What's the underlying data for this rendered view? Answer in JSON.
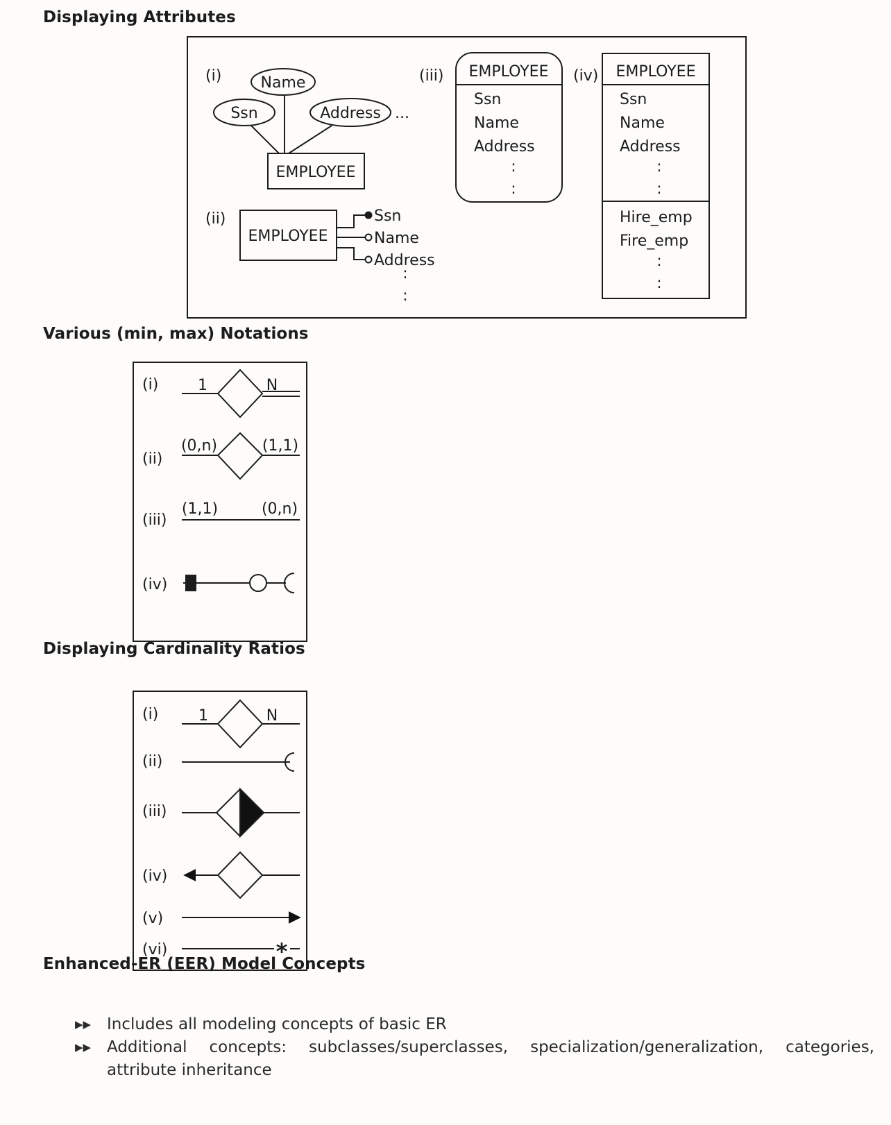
{
  "headings": {
    "attributes": "Displaying Attributes",
    "minmax": "Various (min, max) Notations",
    "cardinality": "Displaying Cardinality Ratios",
    "eer": "Enhanced-ER (EER) Model Concepts"
  },
  "attributes_figure": {
    "labels": [
      "(i)",
      "(ii)",
      "(iii)",
      "(iv)"
    ],
    "entity": "EMPLOYEE",
    "attributes": [
      "Ssn",
      "Name",
      "Address"
    ],
    "ellipsis": "...",
    "vdots": ":",
    "operations": [
      "Hire_emp",
      "Fire_emp"
    ]
  },
  "minmax_figure": {
    "labels": [
      "(i)",
      "(ii)",
      "(iii)",
      "(iv)"
    ],
    "i": {
      "left": "1",
      "right": "N"
    },
    "ii": {
      "left": "(0,n)",
      "right": "(1,1)"
    },
    "iii": {
      "left": "(1,1)",
      "right": "(0,n)"
    }
  },
  "cardinality_figure": {
    "labels": [
      "(i)",
      "(ii)",
      "(iii)",
      "(iv)",
      "(v)",
      "(vi)"
    ],
    "i": {
      "left": "1",
      "right": "N"
    },
    "vi_marker": "*"
  },
  "eer_bullets": {
    "marker": "▶▶",
    "items": [
      "Includes all modeling concepts of basic ER",
      "Additional concepts: subclasses/superclasses, specialization/generalization, categories, attribute inheritance"
    ]
  }
}
